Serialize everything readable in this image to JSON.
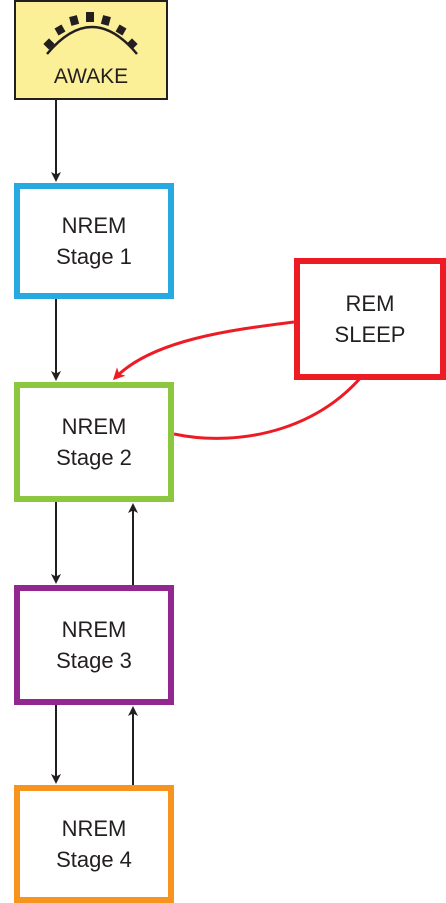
{
  "colors": {
    "awake_fill": "#fbef98",
    "nrem1": "#27aae1",
    "nrem2": "#8dc63f",
    "nrem3": "#92278f",
    "nrem4": "#f7941d",
    "rem": "#ed1c24",
    "arrows": "#231f20",
    "rem_arrows": "#ed1c24"
  },
  "nodes": {
    "awake": {
      "label": "AWAKE",
      "icon": "sun-rising-icon"
    },
    "nrem1": {
      "line1": "NREM",
      "line2": "Stage 1"
    },
    "nrem2": {
      "line1": "NREM",
      "line2": "Stage 2"
    },
    "nrem3": {
      "line1": "NREM",
      "line2": "Stage 3"
    },
    "nrem4": {
      "line1": "NREM",
      "line2": "Stage 4"
    },
    "rem": {
      "line1": "REM",
      "line2": "SLEEP"
    }
  }
}
